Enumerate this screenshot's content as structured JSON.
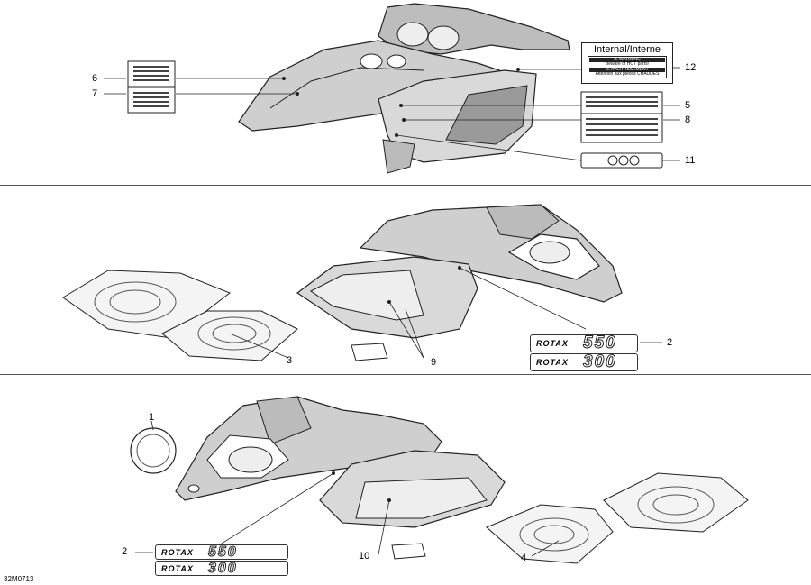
{
  "diagram": {
    "footer_code": "32M0713",
    "sections": [
      {
        "name": "top",
        "callouts": [
          "6",
          "7",
          "5",
          "8",
          "11",
          "12"
        ]
      },
      {
        "name": "middle",
        "callouts": [
          "3",
          "9",
          "2"
        ]
      },
      {
        "name": "bottom",
        "callouts": [
          "1",
          "2",
          "10",
          "4"
        ]
      }
    ],
    "callouts": {
      "c6": "6",
      "c7": "7",
      "c5": "5",
      "c8": "8",
      "c11": "11",
      "c12": "12",
      "c3": "3",
      "c9": "9",
      "c2a": "2",
      "c1": "1",
      "c2b": "2",
      "c10": "10",
      "c4": "4"
    },
    "internal_label": {
      "title": "Internal/Interne",
      "line1": "⚠ WARNING",
      "line2": "Beware of HOT parts!",
      "line3": "⚠ AVERTISSEMENT",
      "line4": "Attention aux pièces CHAUDES"
    },
    "rotax_decals": {
      "word": "ROTAX",
      "number_a": "550",
      "number_b": "300"
    },
    "colors": {
      "line": "#222222",
      "panel_fill": "#d9d9d9",
      "panel_dark": "#9a9a9a"
    }
  }
}
